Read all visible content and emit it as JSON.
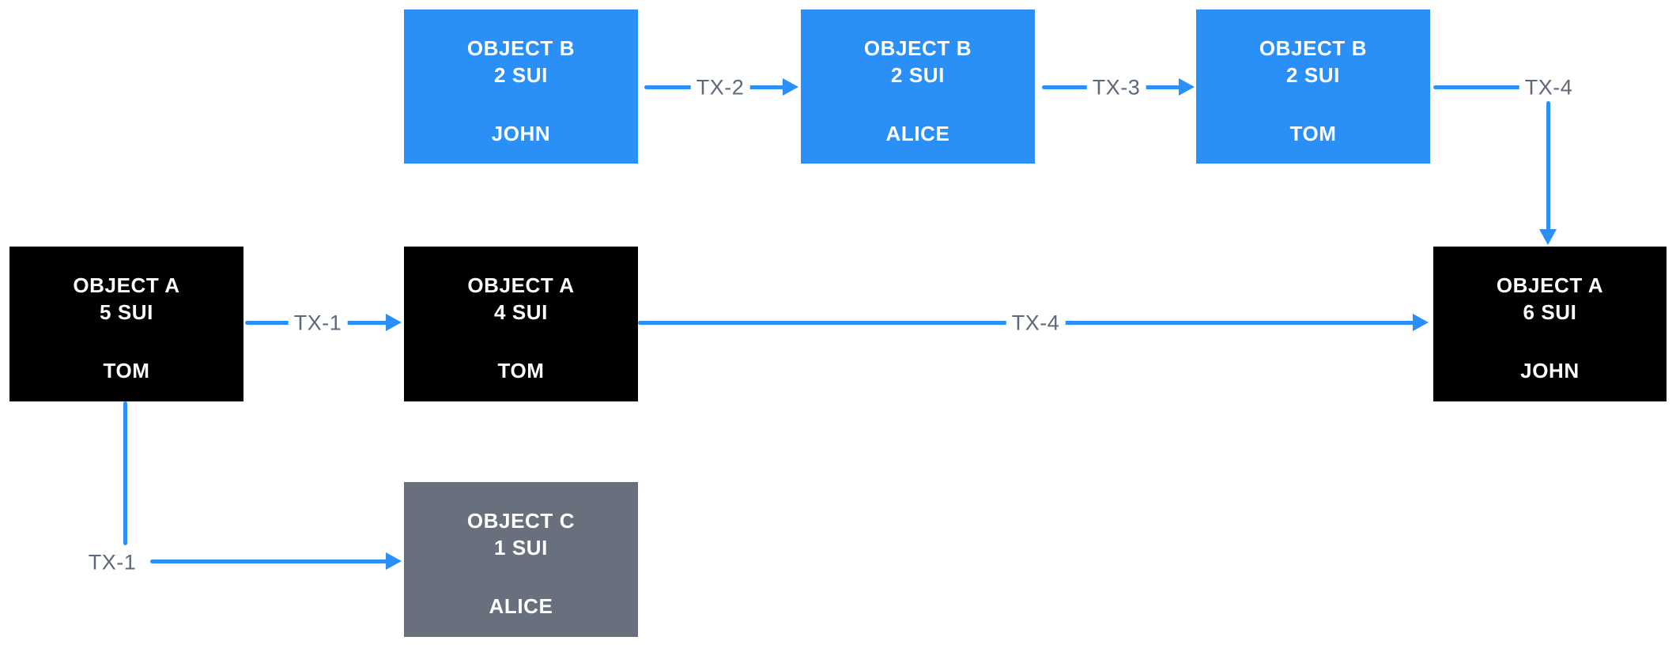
{
  "diagram_title": "SUI object ownership transaction flow",
  "colors": {
    "blue": "#2b8ff8",
    "black": "#000000",
    "gray": "#68707e",
    "arrow": "#2b8ff8",
    "label_text": "#5d6878",
    "box_text": "#ffffff",
    "background": "#ffffff"
  },
  "nodes": [
    {
      "id": "object-b-john",
      "title": "OBJECT B",
      "amount": "2 SUI",
      "owner": "JOHN",
      "variant": "blue"
    },
    {
      "id": "object-b-alice",
      "title": "OBJECT B",
      "amount": "2 SUI",
      "owner": "ALICE",
      "variant": "blue"
    },
    {
      "id": "object-b-tom",
      "title": "OBJECT B",
      "amount": "2 SUI",
      "owner": "TOM",
      "variant": "blue"
    },
    {
      "id": "object-a-5-tom",
      "title": "OBJECT A",
      "amount": "5 SUI",
      "owner": "TOM",
      "variant": "black"
    },
    {
      "id": "object-a-4-tom",
      "title": "OBJECT A",
      "amount": "4 SUI",
      "owner": "TOM",
      "variant": "black"
    },
    {
      "id": "object-a-6-john",
      "title": "OBJECT A",
      "amount": "6 SUI",
      "owner": "JOHN",
      "variant": "black"
    },
    {
      "id": "object-c-alice",
      "title": "OBJECT C",
      "amount": "1 SUI",
      "owner": "ALICE",
      "variant": "gray"
    }
  ],
  "edges": [
    {
      "label": "TX-1",
      "from": "object-a-5-tom",
      "to": "object-a-4-tom"
    },
    {
      "label": "TX-1",
      "from": "object-a-5-tom",
      "to": "object-c-alice"
    },
    {
      "label": "TX-2",
      "from": "object-b-john",
      "to": "object-b-alice"
    },
    {
      "label": "TX-3",
      "from": "object-b-alice",
      "to": "object-b-tom"
    },
    {
      "label": "TX-4",
      "from": "object-b-tom",
      "to": "object-a-6-john"
    },
    {
      "label": "TX-4",
      "from": "object-a-4-tom",
      "to": "object-a-6-john"
    }
  ]
}
